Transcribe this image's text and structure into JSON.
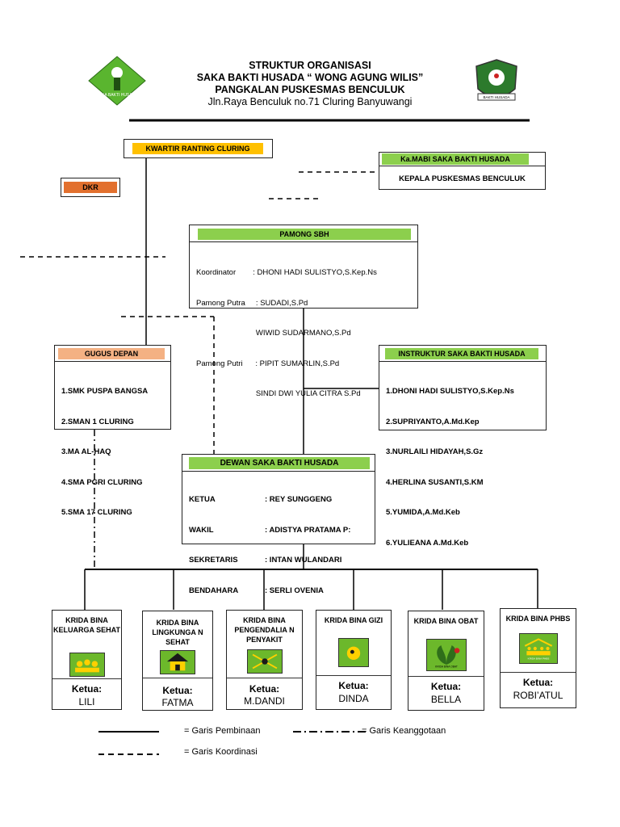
{
  "header": {
    "line1": "STRUKTUR ORGANISASI",
    "line2": "SAKA BAKTI HUSADA “ WONG AGUNG WILIS”",
    "line3": "PANGKALAN PUSKESMAS BENCULUK",
    "address": "Jln.Raya Benculuk no.71 Cluring Banyuwangi",
    "logo_left_text": "SAKA BAKTI HUSADA",
    "logo_right_text": "BAKTI HUSADA"
  },
  "kwartir": "KWARTIR RANTING  CLURING",
  "dkr": "DKR",
  "kamabi": {
    "label": "Ka.MABI SAKA BAKTI HUSADA",
    "value": "KEPALA PUSKESMAS BENCULUK"
  },
  "pamong": {
    "label": "PAMONG SBH",
    "lines": [
      "Koordinator        : DHONI HADI SULISTYO,S.Kep.Ns",
      "Pamong Putra     : SUDADI,S.Pd",
      "                            WIWID SUDARMANO,S.Pd",
      "Pamong Putri      : PIPIT SUMARLIN,S.Pd",
      "                            SINDI DWI YULIA CITRA S.Pd"
    ]
  },
  "gugus": {
    "label": "GUGUS DEPAN",
    "items": [
      "1.SMK PUSPA BANGSA",
      "2.SMAN 1 CLURING",
      "3.MA AL-HAQ",
      "4.SMA PGRI CLURING",
      "5.SMA 17 CLURING"
    ]
  },
  "instruktur": {
    "label": "INSTRUKTUR SAKA BAKTI HUSADA",
    "items": [
      "1.DHONI HADI SULISTYO,S.Kep.Ns",
      "2.SUPRIYANTO,A.Md.Kep",
      "3.NURLAILI HIDAYAH,S.Gz",
      "4.HERLINA SUSANTI,S.KM",
      "5.YUMIDA,A.Md.Keb",
      "6.YULIEANA A.Md.Keb"
    ]
  },
  "dewan": {
    "label": "DEWAN SAKA BAKTI HUSADA",
    "rows": [
      {
        "role": "KETUA",
        "name": ": REY SUNGGENG"
      },
      {
        "role": "WAKIL",
        "name": ": ADISTYA PRATAMA P:"
      },
      {
        "role": "SEKRETARIS",
        "name": ": INTAN WULANDARI"
      },
      {
        "role": "BENDAHARA",
        "name": ": SERLI OVENIA"
      }
    ]
  },
  "krida": [
    {
      "label": "KRIDA BINA KELUARGA SEHAT",
      "ketua": "Ketua:",
      "name": "LILI",
      "icon": "family-icon"
    },
    {
      "label": "KRIDA BINA LINGKUNGA N SEHAT",
      "ketua": "Ketua:",
      "name": "FATMA",
      "icon": "house-icon"
    },
    {
      "label": "KRIDA BINA PENGENDALIA N PENYAKIT",
      "ketua": "Ketua:",
      "name": "M.DANDI",
      "icon": "mosquito-icon"
    },
    {
      "label": "KRIDA BINA GIZI",
      "ketua": "Ketua:",
      "name": "DINDA",
      "icon": "nutrition-icon"
    },
    {
      "label": "KRIDA BINA OBAT",
      "ketua": "Ketua:",
      "name": "BELLA",
      "icon": "herb-icon",
      "icon_text": "KRIDA BINA OBAT"
    },
    {
      "label": "KRIDA BINA PHBS",
      "ketua": "Ketua:",
      "name": "ROBI’ATUL",
      "icon": "people-icon",
      "icon_text": "KRIDA BINA PHBS"
    }
  ],
  "legend": {
    "pembinaan": "= Garis Pembinaan",
    "keanggotaan": "= Garis Keanggotaan",
    "koordinasi": "= Garis Koordinasi"
  },
  "colors": {
    "green": "#8ccf4d",
    "orange": "#f0a04b",
    "yellow": "#ffc000",
    "dkr": "#e2702e"
  }
}
